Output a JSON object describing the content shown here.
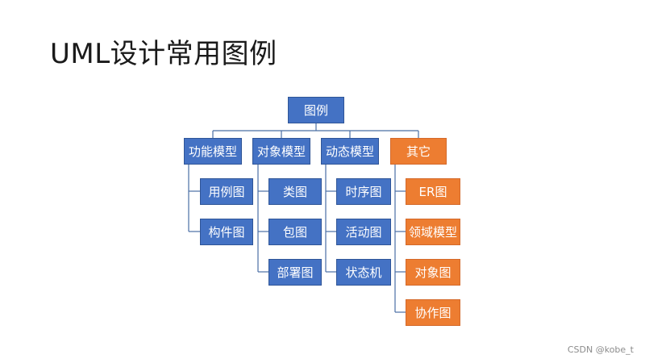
{
  "title": "UML设计常用图例",
  "diagram": {
    "root": "图例",
    "categories": [
      {
        "label": "功能模型",
        "color": "#4472c4",
        "children": [
          "用例图",
          "构件图"
        ]
      },
      {
        "label": "对象模型",
        "color": "#4472c4",
        "children": [
          "类图",
          "包图",
          "部署图"
        ]
      },
      {
        "label": "动态模型",
        "color": "#4472c4",
        "children": [
          "时序图",
          "活动图",
          "状态机"
        ]
      },
      {
        "label": "其它",
        "color": "#ed7d31",
        "children": [
          "ER图",
          "领域模型",
          "对象图",
          "协作图"
        ]
      }
    ]
  },
  "watermark": "CSDN @kobe_t"
}
